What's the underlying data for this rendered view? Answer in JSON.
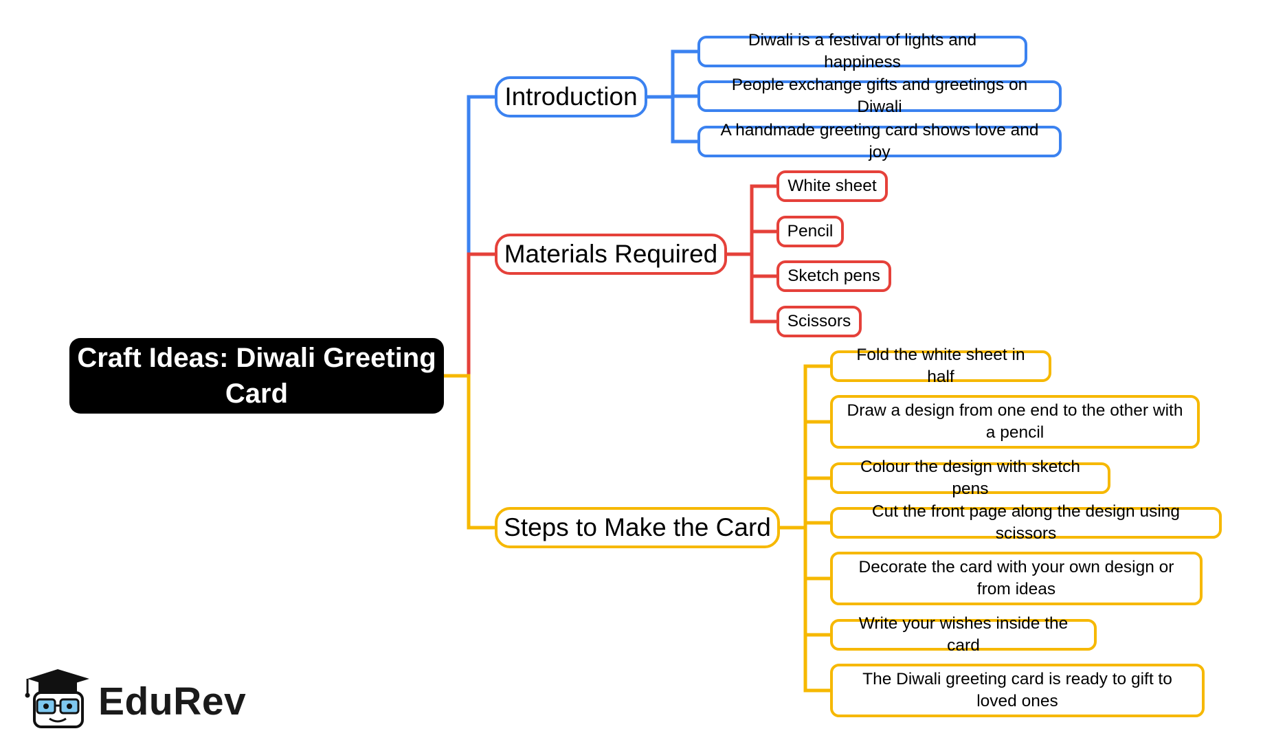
{
  "root": {
    "label": "Craft Ideas: Diwali Greeting Card"
  },
  "colors": {
    "introduction": "#3b82f0",
    "materials": "#e5413a",
    "steps": "#f6b800",
    "root_bg": "#000000"
  },
  "branches": [
    {
      "label": "Introduction",
      "color": "#3b82f0",
      "children": [
        "Diwali is a festival of lights and happiness",
        "People exchange gifts and greetings on Diwali",
        "A handmade greeting card shows love and joy"
      ]
    },
    {
      "label": "Materials Required",
      "color": "#e5413a",
      "children": [
        "White sheet",
        "Pencil",
        "Sketch pens",
        "Scissors"
      ]
    },
    {
      "label": "Steps to Make the Card",
      "color": "#f6b800",
      "children": [
        "Fold the white sheet in half",
        "Draw a design from one end to the other with a pencil",
        "Colour the design with sketch pens",
        "Cut the front page along the design using scissors",
        "Decorate the card with your own design or from ideas",
        "Write your wishes inside the card",
        "The Diwali greeting card is ready to gift to loved ones"
      ]
    }
  ],
  "logo": {
    "text": "EduRev",
    "icon": "graduation-cap-mascot-icon"
  }
}
